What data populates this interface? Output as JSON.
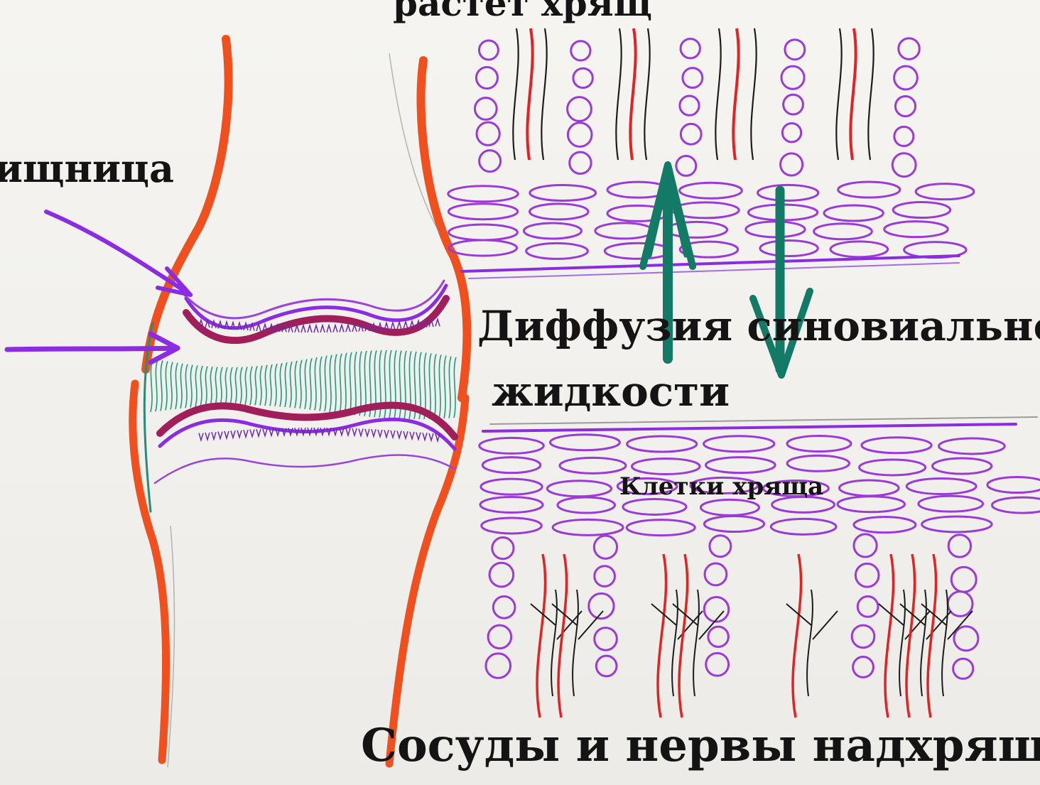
{
  "labels": {
    "top": "растет хрящ",
    "left": "ищница",
    "diffusion_line1": "Диффузия синовиально",
    "diffusion_line2": "жидкости",
    "cells": "Клетки хряща",
    "bottom": "Сосуды и нервы надхрящни"
  },
  "colors": {
    "bone_outline": "#f0501e",
    "cartilage": "#8b2be2",
    "synovial": "#1f9a80",
    "arrow": "#137a66",
    "vessel": "#e02424",
    "nerve": "#1c1c1c",
    "cell": "#9b3ad6"
  },
  "icons": {
    "diffusion_up": "arrow-up-icon",
    "diffusion_down": "arrow-down-icon"
  }
}
